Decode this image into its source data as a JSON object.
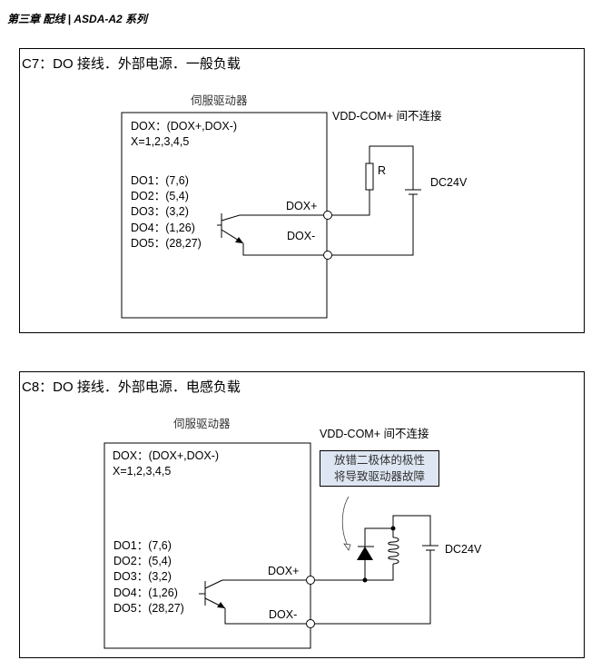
{
  "header": {
    "chapter": "第三章 配线 | ASDA-A2 系列"
  },
  "diagrams": [
    {
      "id": "C7",
      "title": "C7：DO 接线．外部电源．一般负载",
      "driver_label": "伺服驱动器",
      "dox_def": "DOX：(DOX+,DOX-)",
      "x_def": "X=1,2,3,4,5",
      "pins": [
        "DO1：(7,6)",
        "DO2：(5,4)",
        "DO3：(3,2)",
        "DO4：(1,26)",
        "DO5：(28,27)"
      ],
      "dox_plus": "DOX+",
      "dox_minus": "DOX-",
      "vdd_note": "VDD-COM+ 间不连接",
      "resistor_label": "R",
      "supply_label": "DC24V",
      "load_type": "resistor"
    },
    {
      "id": "C8",
      "title": "C8：DO 接线．外部电源．电感负载",
      "driver_label": "伺服驱动器",
      "dox_def": "DOX：(DOX+,DOX-)",
      "x_def": "X=1,2,3,4,5",
      "pins": [
        "DO1：(7,6)",
        "DO2：(5,4)",
        "DO3：(3,2)",
        "DO4：(1,26)",
        "DO5：(28,27)"
      ],
      "dox_plus": "DOX+",
      "dox_minus": "DOX-",
      "vdd_note": "VDD-COM+ 间不连接",
      "warning_line1": "放错二极体的极性",
      "warning_line2": "将导致驱动器故障",
      "supply_label": "DC24V",
      "load_type": "inductor-with-diode"
    }
  ],
  "colors": {
    "warning_box_bg": "#dde6f2"
  }
}
